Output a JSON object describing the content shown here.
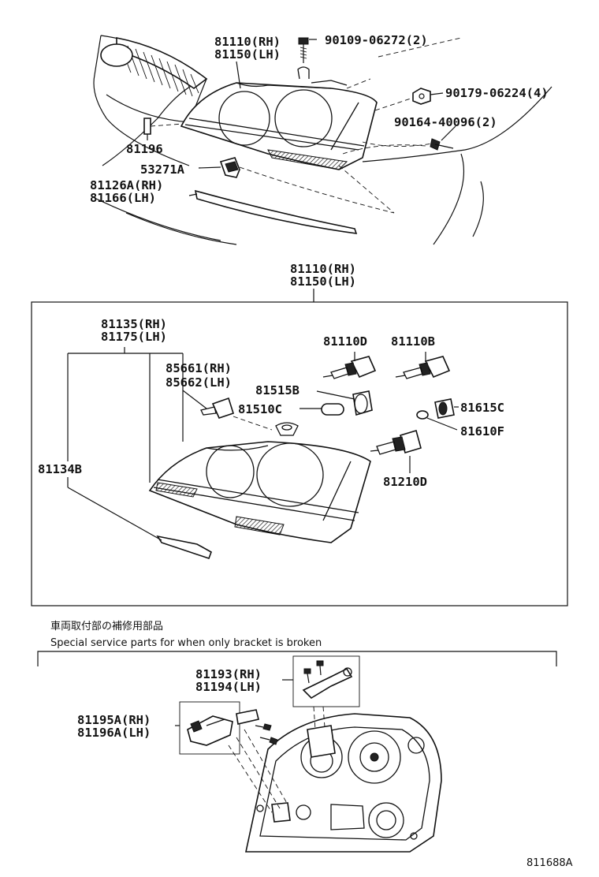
{
  "top": {
    "headlamp_rh": "81110(RH)",
    "headlamp_lh": "81150(LH)",
    "bolt_a": "90109-06272(2)",
    "nut_a": "90179-06224(4)",
    "screw_a": "90164-40096(2)",
    "clip": "81196",
    "retainer": "53271A",
    "molding_rh": "81126A(RH)",
    "molding_lh": "81166(LH)"
  },
  "box": {
    "unit_rh": "81110(RH)",
    "unit_lh": "81150(LH)",
    "lens_rh": "81135(RH)",
    "lens_lh": "81175(LH)",
    "bracket": "81134B",
    "leveler_rh": "85661(RH)",
    "leveler_lh": "85662(LH)",
    "bulb_d": "81110D",
    "bulb_b": "81110B",
    "socket_b": "81515B",
    "bulb_c": "81510C",
    "socket_c": "81615C",
    "bulb_f": "81610F",
    "bulb_hi": "81210D"
  },
  "service": {
    "title_jp": "車両取付部の補修用部品",
    "title_en": "Special service parts for when only bracket is broken",
    "kit_rh": "81193(RH)",
    "kit_lh": "81194(LH)",
    "kit2_rh": "81195A(RH)",
    "kit2_lh": "81196A(LH)"
  },
  "ref_code": "811688A"
}
